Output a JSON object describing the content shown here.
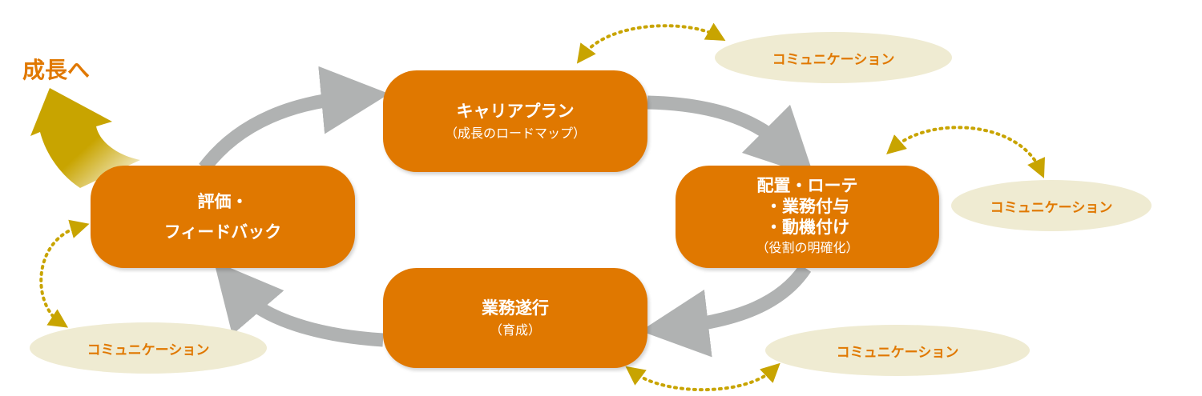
{
  "growth_label": "成長へ",
  "nodes": {
    "career": {
      "title": "キャリアプラン",
      "sub": "（成長のロードマップ）"
    },
    "placement": {
      "line1": "配置・ローテ",
      "line2": "・業務付与",
      "line3": "・動機付け",
      "sub": "（役割の明確化）"
    },
    "execution": {
      "title": "業務遂行",
      "sub": "（育成）"
    },
    "evaluation": {
      "line1": "評価・",
      "line2": "フィードバック"
    }
  },
  "communication": [
    "コミュニケーション",
    "コミュニケーション",
    "コミュニケーション",
    "コミュニケーション"
  ],
  "colors": {
    "box": "#E07800",
    "arrow": "#B0B2B2",
    "ellipse": "#EFEBD2",
    "dotted": "#C8A400",
    "growth": "#C8A400"
  }
}
